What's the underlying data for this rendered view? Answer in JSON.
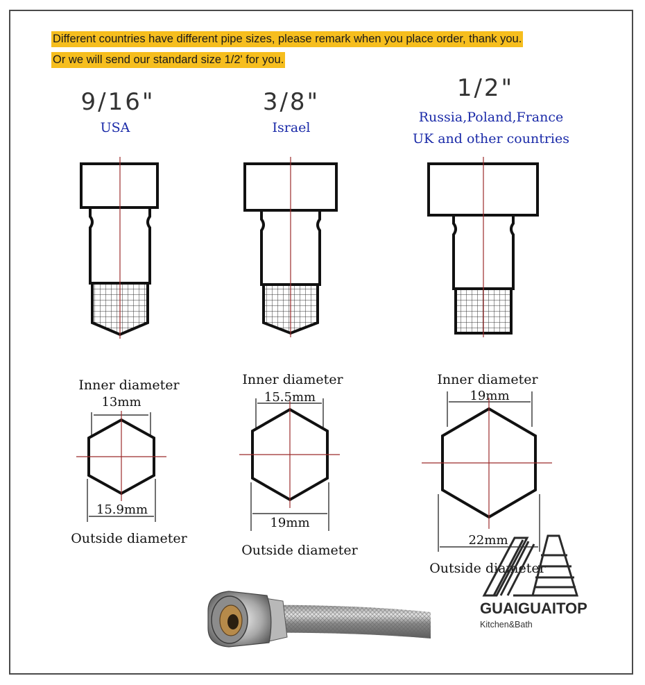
{
  "notice": {
    "line1": "Different countries have different pipe sizes, please remark when you place order, thank you.",
    "line2": "Or we will send our standard size 1/2' for you."
  },
  "fittings": [
    {
      "size": "9/16\"",
      "region_line1": "USA",
      "region_line2": "",
      "inner_label": "Inner diameter",
      "inner_value": "13mm",
      "outer_value": "15.9mm",
      "outer_label": "Outside diameter"
    },
    {
      "size": "3/8\"",
      "region_line1": "Israel",
      "region_line2": "",
      "inner_label": "Inner diameter",
      "inner_value": "15.5mm",
      "outer_value": "19mm",
      "outer_label": "Outside diameter"
    },
    {
      "size": "1/2\"",
      "region_line1": "Russia,Poland,France",
      "region_line2": "UK and other countries",
      "inner_label": "Inner diameter",
      "inner_value": "19mm",
      "outer_value": "22mm",
      "outer_label": "Outside diameter"
    }
  ],
  "brand": {
    "name": "GUAIGUAITOP",
    "tagline": "Kitchen&Bath"
  },
  "colors": {
    "highlight": "#f6be1e",
    "region_text": "#1a2aa8",
    "centerline": "#9b2b2b",
    "outline": "#111111"
  }
}
